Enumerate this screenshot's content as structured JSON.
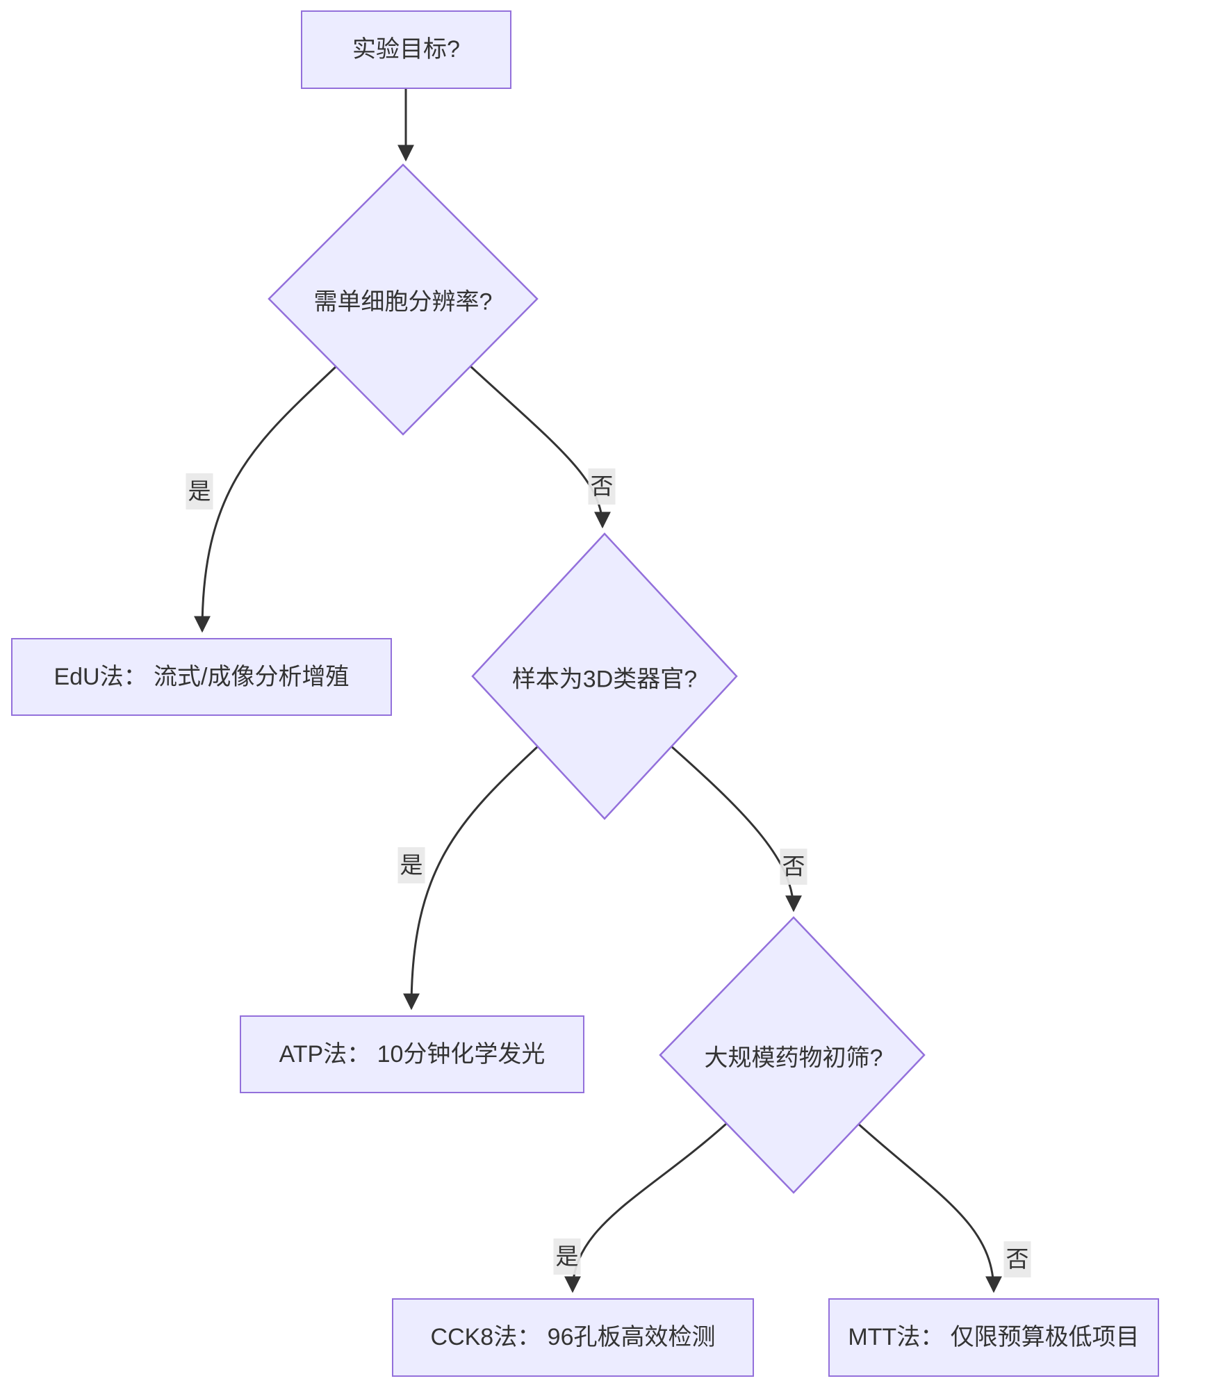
{
  "diagram": {
    "type": "flowchart",
    "direction": "top-down",
    "topic": "细胞增殖检测方法选择决策树",
    "colors": {
      "node_fill": "#ECECFF",
      "node_border": "#9370DB",
      "text": "#333333",
      "edge": "#333333",
      "edge_label_bg": "#e8e8e8",
      "background": "#ffffff"
    },
    "nodes": [
      {
        "id": "start",
        "shape": "rect",
        "label": "实验目标?"
      },
      {
        "id": "q1",
        "shape": "diamond",
        "label": "需单细胞分辨率?"
      },
      {
        "id": "edu",
        "shape": "rect",
        "label": "EdU法： 流式/成像分析增殖"
      },
      {
        "id": "q2",
        "shape": "diamond",
        "label": "样本为3D类器官?"
      },
      {
        "id": "atp",
        "shape": "rect",
        "label": "ATP法： 10分钟化学发光"
      },
      {
        "id": "q3",
        "shape": "diamond",
        "label": "大规模药物初筛?"
      },
      {
        "id": "cck8",
        "shape": "rect",
        "label": "CCK8法： 96孔板高效检测"
      },
      {
        "id": "mtt",
        "shape": "rect",
        "label": "MTT法： 仅限预算极低项目"
      }
    ],
    "edges": [
      {
        "from": "start",
        "to": "q1",
        "label": ""
      },
      {
        "from": "q1",
        "to": "edu",
        "label": "是"
      },
      {
        "from": "q1",
        "to": "q2",
        "label": "否"
      },
      {
        "from": "q2",
        "to": "atp",
        "label": "是"
      },
      {
        "from": "q2",
        "to": "q3",
        "label": "否"
      },
      {
        "from": "q3",
        "to": "cck8",
        "label": "是"
      },
      {
        "from": "q3",
        "to": "mtt",
        "label": "否"
      }
    ]
  }
}
